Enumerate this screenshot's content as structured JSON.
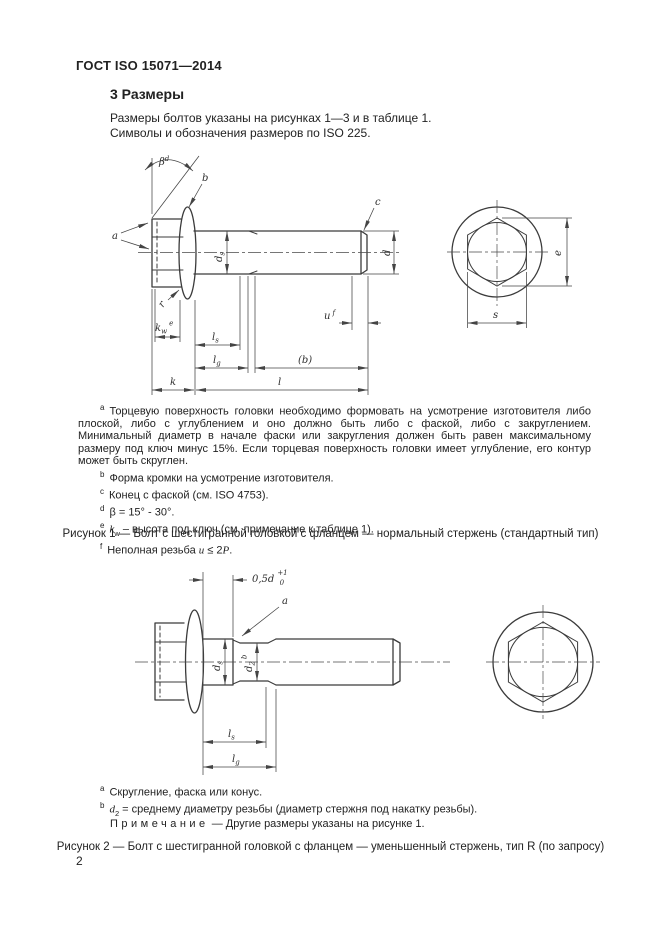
{
  "page": {
    "header": "ГОСТ ISO 15071—2014",
    "section_title": "3 Размеры",
    "intro_line1": "Размеры болтов указаны на рисунках 1—3 и в таблице 1.",
    "intro_line2": "Символы и обозначения размеров по ISO 225.",
    "note_label": "Примечание",
    "note_text": "— Другие размеры указаны на рисунке 1.",
    "page_number": "2"
  },
  "figure1": {
    "caption": "Рисунок 1 — Болт с шестигранной головкой с фланцем — нормальный стержень (стандартный тип)",
    "labels": {
      "beta": "β",
      "beta_sup": "d",
      "a": "a",
      "b": "b",
      "c": "c",
      "r": "r",
      "ds_base": "d",
      "ds_sub": "s",
      "d": "d",
      "u_base": "u",
      "u_sup": "f",
      "kw_base": "k",
      "kw_sub": "w",
      "kw_sup": "e",
      "ls_base": "l",
      "ls_sub": "s",
      "lg_base": "l",
      "lg_sub": "g",
      "b_thread": "(b)",
      "k": "k",
      "l": "l",
      "e": "e",
      "s": "s"
    },
    "footnotes": [
      {
        "marker": "a",
        "parts": [
          {
            "t": "Торцевую поверхность головки необходимо формовать на усмотрение изготовителя либо плоской, либо с углублением и оно должно быть либо с фаской, либо с закруглением. Минимальный диаметр в начале фаски или закругления должен быть равен максимальному размеру под ключ минус 15%. Если торцевая поверхность головки имеет углубление, его контур может быть скруглен."
          }
        ]
      },
      {
        "marker": "b",
        "parts": [
          {
            "t": "Форма кромки на усмотрение изготовителя."
          }
        ]
      },
      {
        "marker": "c",
        "parts": [
          {
            "t": "Конец с фаской (см. ISO 4753)."
          }
        ]
      },
      {
        "marker": "d",
        "parts": [
          {
            "t": "β = 15° - 30°."
          }
        ]
      },
      {
        "marker": "e",
        "parts": [
          {
            "t": "k",
            "s": "i"
          },
          {
            "t": "w",
            "s": "sub"
          },
          {
            "t": " – высота под ключ (см. примечание к таблице 1)."
          }
        ]
      },
      {
        "marker": "f",
        "parts": [
          {
            "t": "Неполная резьба "
          },
          {
            "t": "u",
            "s": "i"
          },
          {
            "t": " ≤ 2"
          },
          {
            "t": "P",
            "s": "i"
          },
          {
            "t": "."
          }
        ]
      }
    ]
  },
  "figure2": {
    "caption": "Рисунок 2 — Болт с шестигранной головкой с фланцем — уменьшенный стержень, тип R (по запросу)",
    "labels": {
      "tol_base": "0,5d",
      "tol_sup": "+1",
      "tol_sub": "0",
      "a": "a",
      "ds_base": "d",
      "ds_sub": "s",
      "d2_base": "d",
      "d2_sub": "2",
      "d2_sup": "b",
      "ls_base": "l",
      "ls_sub": "s",
      "lg_base": "l",
      "lg_sub": "g"
    },
    "footnotes": [
      {
        "marker": "a",
        "parts": [
          {
            "t": "Скругление, фаска или конус."
          }
        ]
      },
      {
        "marker": "b",
        "parts": [
          {
            "t": "d",
            "s": "i"
          },
          {
            "t": "2",
            "s": "sub"
          },
          {
            "t": " = среднему диаметру резьбы (диаметр стержня под накатку резьбы)."
          }
        ]
      }
    ]
  }
}
